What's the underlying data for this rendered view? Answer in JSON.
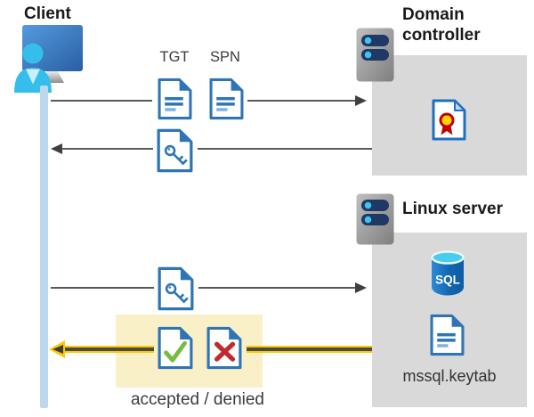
{
  "client": {
    "label": "Client"
  },
  "domain_controller": {
    "name_line1": "Domain",
    "name_line2": "controller"
  },
  "linux_server": {
    "name": "Linux server",
    "sql_badge": "SQL",
    "keytab_label": "mssql.keytab"
  },
  "flow": {
    "tgt_label": "TGT",
    "spn_label": "SPN",
    "result_label": "accepted / denied"
  },
  "icons": {
    "client": "person-at-monitor-icon",
    "server": "server-icon",
    "ticket_document": "document-icon",
    "key_document": "key-document-icon",
    "certificate": "certificate-document-icon",
    "database": "sql-database-icon",
    "accepted": "check-document-icon",
    "denied": "cross-document-icon"
  },
  "colors": {
    "doc_blue": "#2E75B6",
    "box_gray": "#D9D9D9",
    "lifeline_blue": "#BDD7EE",
    "highlight_yellow": "#FAF0C8",
    "arrow_gray": "#595959",
    "arrow_yellow": "#FFC900",
    "accepted_green": "#76BC43",
    "denied_red": "#BE2C30",
    "cert_seal_yellow": "#FFD400",
    "cert_seal_red": "#C00000"
  }
}
